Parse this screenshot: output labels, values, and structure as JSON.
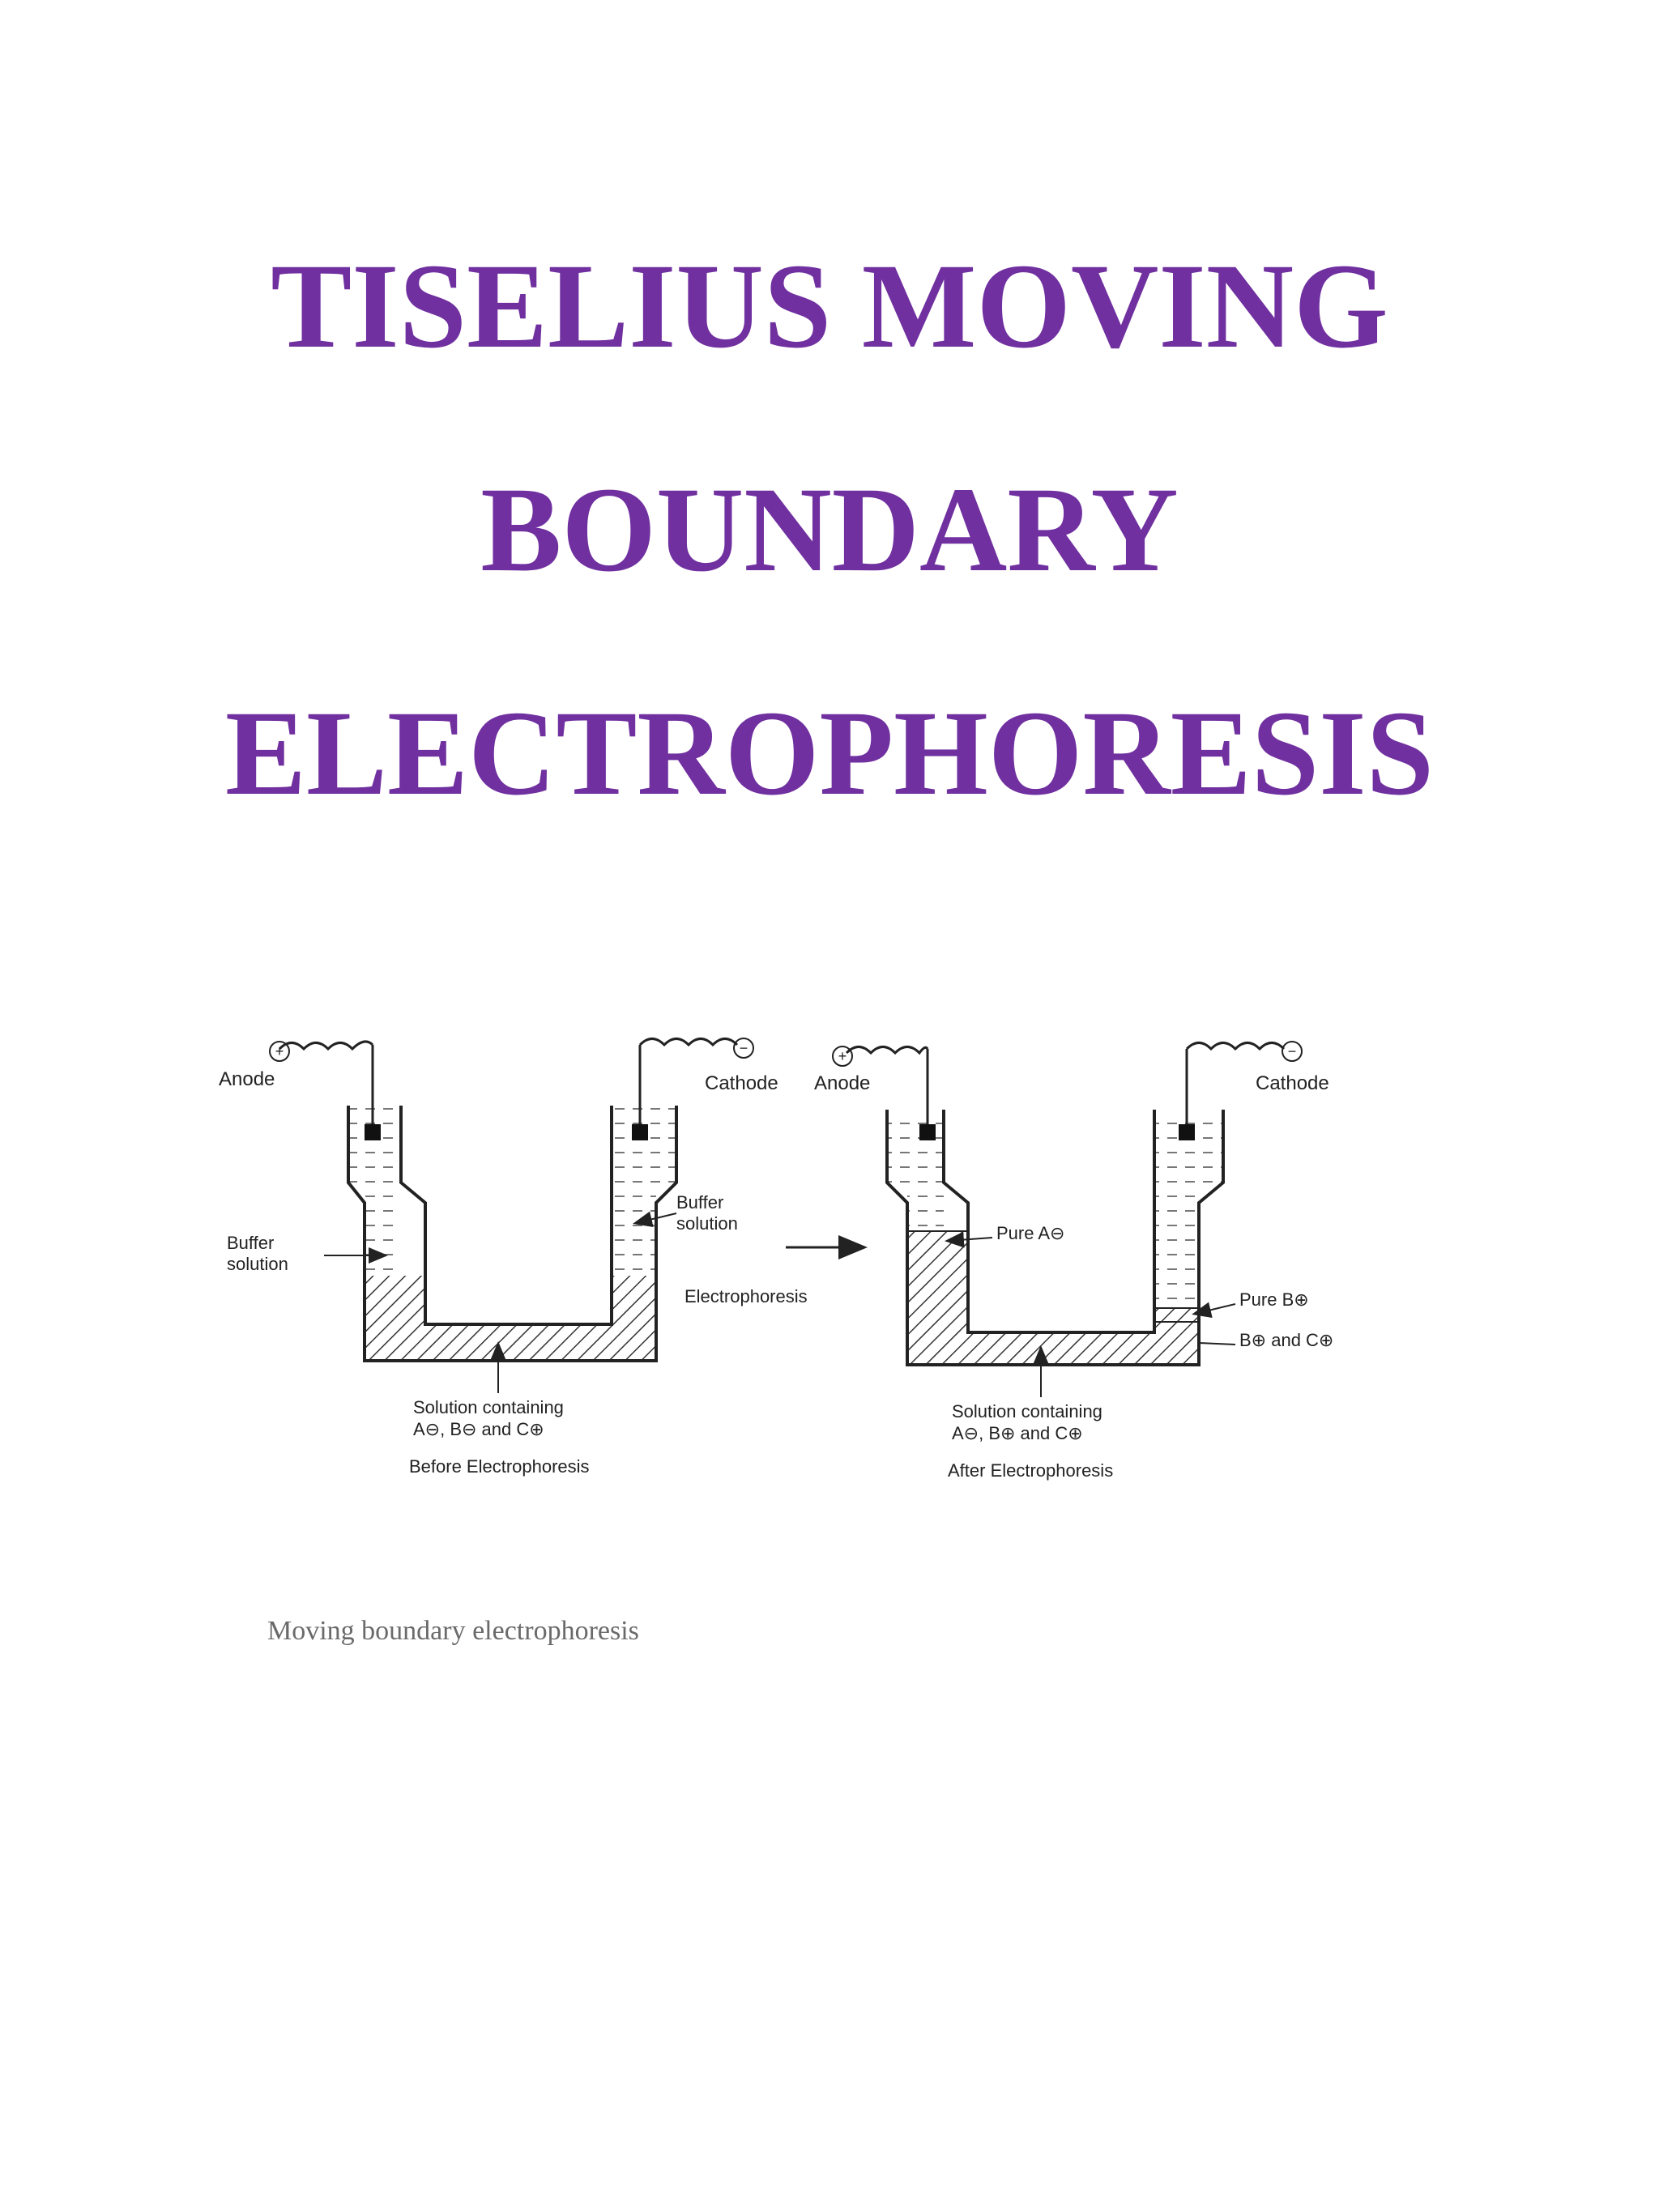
{
  "title": {
    "line1": "TISELIUS MOVING",
    "line2": "BOUNDARY",
    "line3": "ELECTROPHORESIS"
  },
  "figure": {
    "before": {
      "anode_label": "Anode",
      "anode_sign": "+",
      "cathode_label": "Cathode",
      "cathode_sign": "−",
      "buffer_left": [
        "Buffer",
        "solution"
      ],
      "buffer_right": [
        "Buffer",
        "solution"
      ],
      "solution_line1": "Solution containing",
      "solution_line2": "A⊖, B⊖ and C⊕",
      "caption": "Before Electrophoresis"
    },
    "arrow_label": "Electrophoresis",
    "after": {
      "anode_label": "Anode",
      "anode_sign": "+",
      "cathode_label": "Cathode",
      "cathode_sign": "−",
      "pure_a": "Pure A⊖",
      "pure_b": "Pure B⊕",
      "b_and_c": "B⊕ and C⊕",
      "solution_line1": "Solution containing",
      "solution_line2": "A⊖, B⊕ and C⊕",
      "caption": "After Electrophoresis"
    }
  },
  "caption": "Moving boundary electrophoresis",
  "colors": {
    "title": "#7030a0",
    "ink": "#222222"
  }
}
